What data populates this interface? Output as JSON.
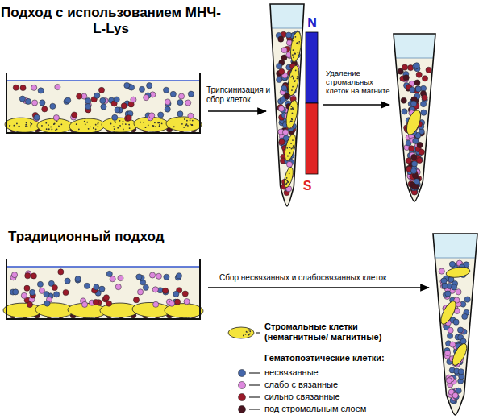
{
  "diagram": {
    "labels": [
      "Подход с использованием МНЧ-L-Lys",
      "Трипсинизация и сбор клеток",
      "N",
      "S",
      "Удаление стромальных клеток на магните",
      "Традиционный подход",
      "Сбор несвязанных и слабосвязанных клеток",
      "Гематопоэтические клетки:"
    ],
    "legend": [
      {
        "text": "Стромальные клетки (немагнитные/ магнитные)"
      },
      {
        "text": "несвязанные",
        "color": "#4466aa"
      },
      {
        "text": "слабо с вязанные",
        "color": "#dd88dd"
      },
      {
        "text": "сильно связанные",
        "color": "#9a1a2a"
      },
      {
        "text": "под стромальным слоем",
        "color": "#4a1420"
      }
    ]
  }
}
